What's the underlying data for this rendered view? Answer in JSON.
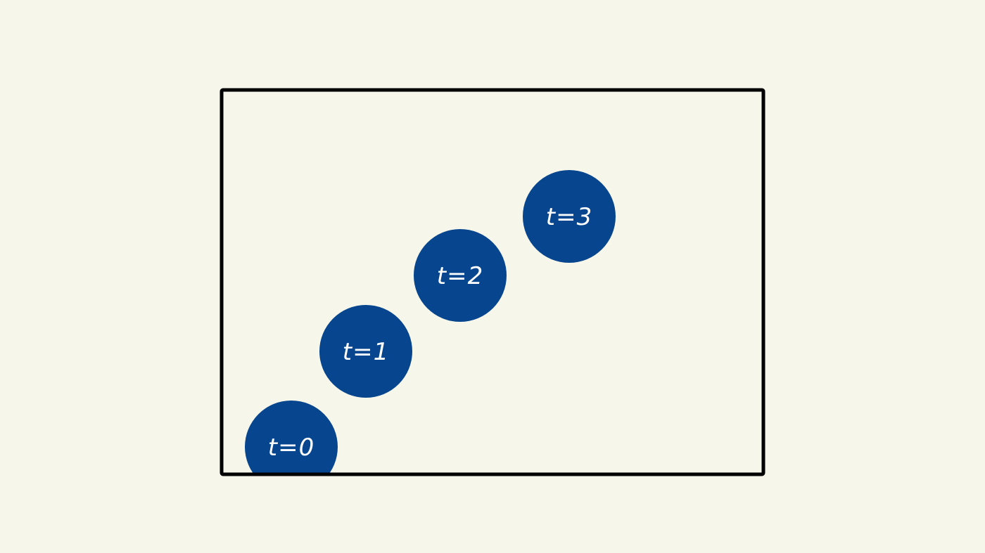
{
  "colors": {
    "background": "#f6f6ea",
    "box_stroke": "#000000",
    "ball_fill": "#07468e",
    "label_fill": "#ffffff"
  },
  "balls": [
    {
      "label": "t=0"
    },
    {
      "label": "t=1"
    },
    {
      "label": "t=2"
    },
    {
      "label": "t=3"
    }
  ]
}
